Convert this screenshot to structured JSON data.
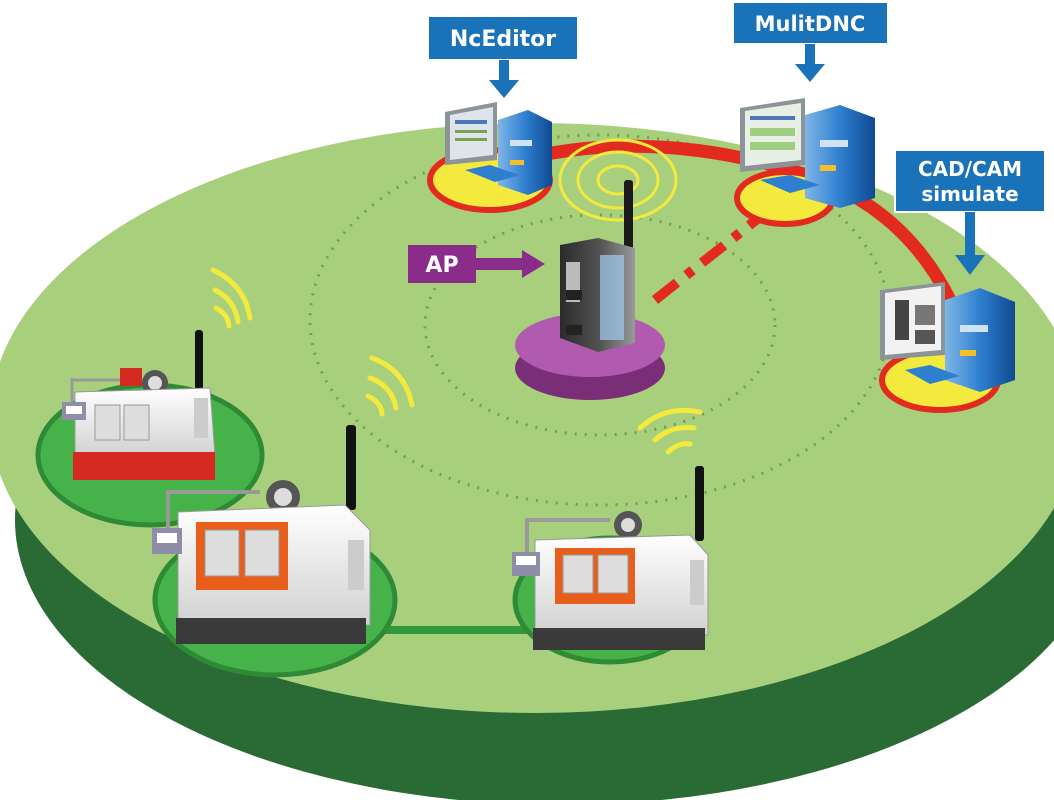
{
  "labels": {
    "nceditor": "NcEditor",
    "multidnc": "MulitDNC",
    "cadcam_line1": "CAD/CAM",
    "cadcam_line2": "simulate",
    "ap": "AP"
  },
  "colors": {
    "platform_top": "#a8d07c",
    "platform_side": "#2a6a35",
    "ring_green": "#35a33e",
    "wired_red": "#e22b1e",
    "pc_pad": "#f4ea3e",
    "ap_base": "#a0419a",
    "ap_label": "#8b2b8a",
    "label_blue": "#1a72b8",
    "wifi_yellow": "#f4ea3e"
  },
  "icons": [
    "wifi-signal-icon",
    "computer-icon",
    "cnc-machine-icon",
    "antenna-icon",
    "arrow-right-icon",
    "arrow-down-icon"
  ]
}
